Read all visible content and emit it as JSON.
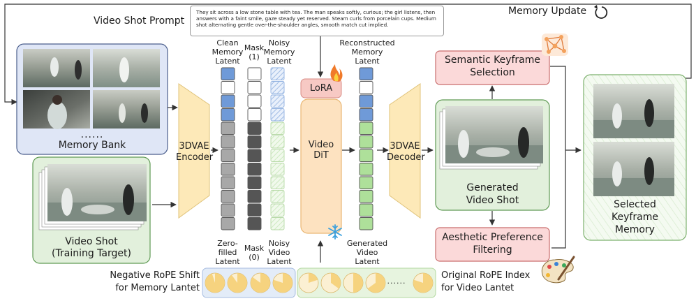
{
  "prompt": {
    "title": "Video Shot Prompt",
    "text": "They sit across a low stone table with tea. The man speaks softly, curious; the girl listens, then answers with a faint smile, gaze steady yet reserved. Steam curls from porcelain cups. Medium shot alternating gentle over-the-shoulder angles, smooth match cut implied."
  },
  "memory_update": "Memory Update",
  "memory_bank": {
    "dots": "......",
    "label": "Memory Bank"
  },
  "video_shot": {
    "line1": "Video Shot",
    "line2": "(Training Target)"
  },
  "encoder": {
    "line1": "3DVAE",
    "line2": "Encoder"
  },
  "decoder": {
    "line1": "3DVAE",
    "line2": "Decoder"
  },
  "latents": {
    "clean": {
      "line1": "Clean",
      "line2": "Memory",
      "line3": "Latent"
    },
    "mask1": {
      "line1": "Mask",
      "line2": "(1)"
    },
    "noisy_memory": {
      "line1": "Noisy",
      "line2": "Memory",
      "line3": "Latent"
    },
    "zero": {
      "line1": "Zero-",
      "line2": "filled",
      "line3": "Latent"
    },
    "mask0": {
      "line1": "Mask",
      "line2": "(0)"
    },
    "noisy_video": {
      "line1": "Noisy",
      "line2": "Video",
      "line3": "Latent"
    },
    "reconstructed": {
      "line1": "Reconstructed",
      "line2": "Memory",
      "line3": "Latent"
    },
    "generated": {
      "line1": "Generated",
      "line2": "Video",
      "line3": "Latent"
    }
  },
  "lora": "LoRA",
  "video_dit": "Video DiT",
  "semantic": {
    "line1": "Semantic Keyframe",
    "line2": "Selection"
  },
  "generated_shot": {
    "line1": "Generated",
    "line2": "Video Shot"
  },
  "aesthetic": {
    "line1": "Aesthetic Preference",
    "line2": "Filtering"
  },
  "selected": {
    "line1": "Selected",
    "line2": "Keyframe",
    "line3": "Memory"
  },
  "rope": {
    "neg_line1": "Negative RoPE Shift",
    "neg_line2": "for Memory Lantet",
    "orig_line1": "Original RoPE Index",
    "orig_line2": "for Video Lantet",
    "dots": "......"
  },
  "colors": {
    "memory_bank_bg": "#dfe6f6",
    "video_shot_bg": "#e2f0dc",
    "vae": "#fde9b8",
    "dit": "#fde2c0",
    "lora": "#f7c9c4",
    "semantic_box": "#fbd9d9",
    "blue_latent": "#6f9ad8",
    "green_latent": "#aee09a",
    "gray_latent": "#a8a8a8",
    "dark_mask": "#555555",
    "rope_bg_blue": "#e3ecf8",
    "rope_bg_green": "#e7f4df",
    "rope_disc": "#f6d37f"
  }
}
